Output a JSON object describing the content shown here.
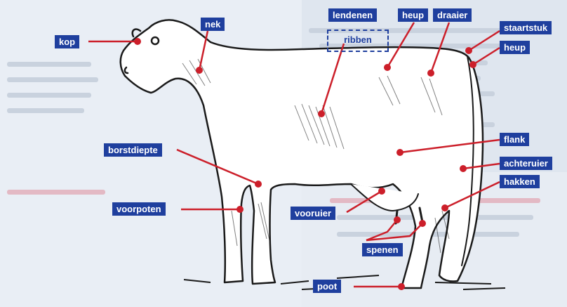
{
  "labels": {
    "kop": "kop",
    "nek": "nek",
    "lendenen": "lendenen",
    "heup_top": "heup",
    "draaier": "draaier",
    "ribben": "ribben",
    "staartstuk": "staartstuk",
    "heup_right": "heup",
    "flank": "flank",
    "achteruier": "achteruier",
    "hakken": "hakken",
    "borstdiepte": "borstdiepte",
    "voorpoten": "voorpoten",
    "vooruier": "vooruier",
    "spenen": "spenen",
    "poot": "poot"
  },
  "colors": {
    "label_bg": "#1f3f9e",
    "label_text": "#ffffff",
    "pointer": "#cc1f2a",
    "outline": "#1a1a1a"
  }
}
